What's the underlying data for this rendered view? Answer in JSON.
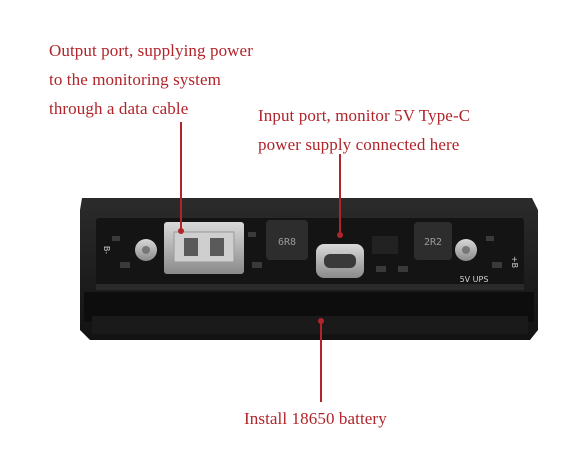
{
  "callouts": {
    "output_port": "Output port, supplying power\nto the monitoring system\nthrough a data cable",
    "input_port": "Input port, monitor 5V Type-C\npower supply connected here",
    "battery": "Install 18650 battery"
  },
  "pcb_labels": {
    "inductor_left": "6R8",
    "inductor_right": "2R2",
    "board_right": "5V UPS",
    "terminal_minus": "B-",
    "terminal_plus": "+B"
  },
  "colors": {
    "callout_text": "#b0242a",
    "holder": "#1c1c1c",
    "pcb": "#111111"
  }
}
